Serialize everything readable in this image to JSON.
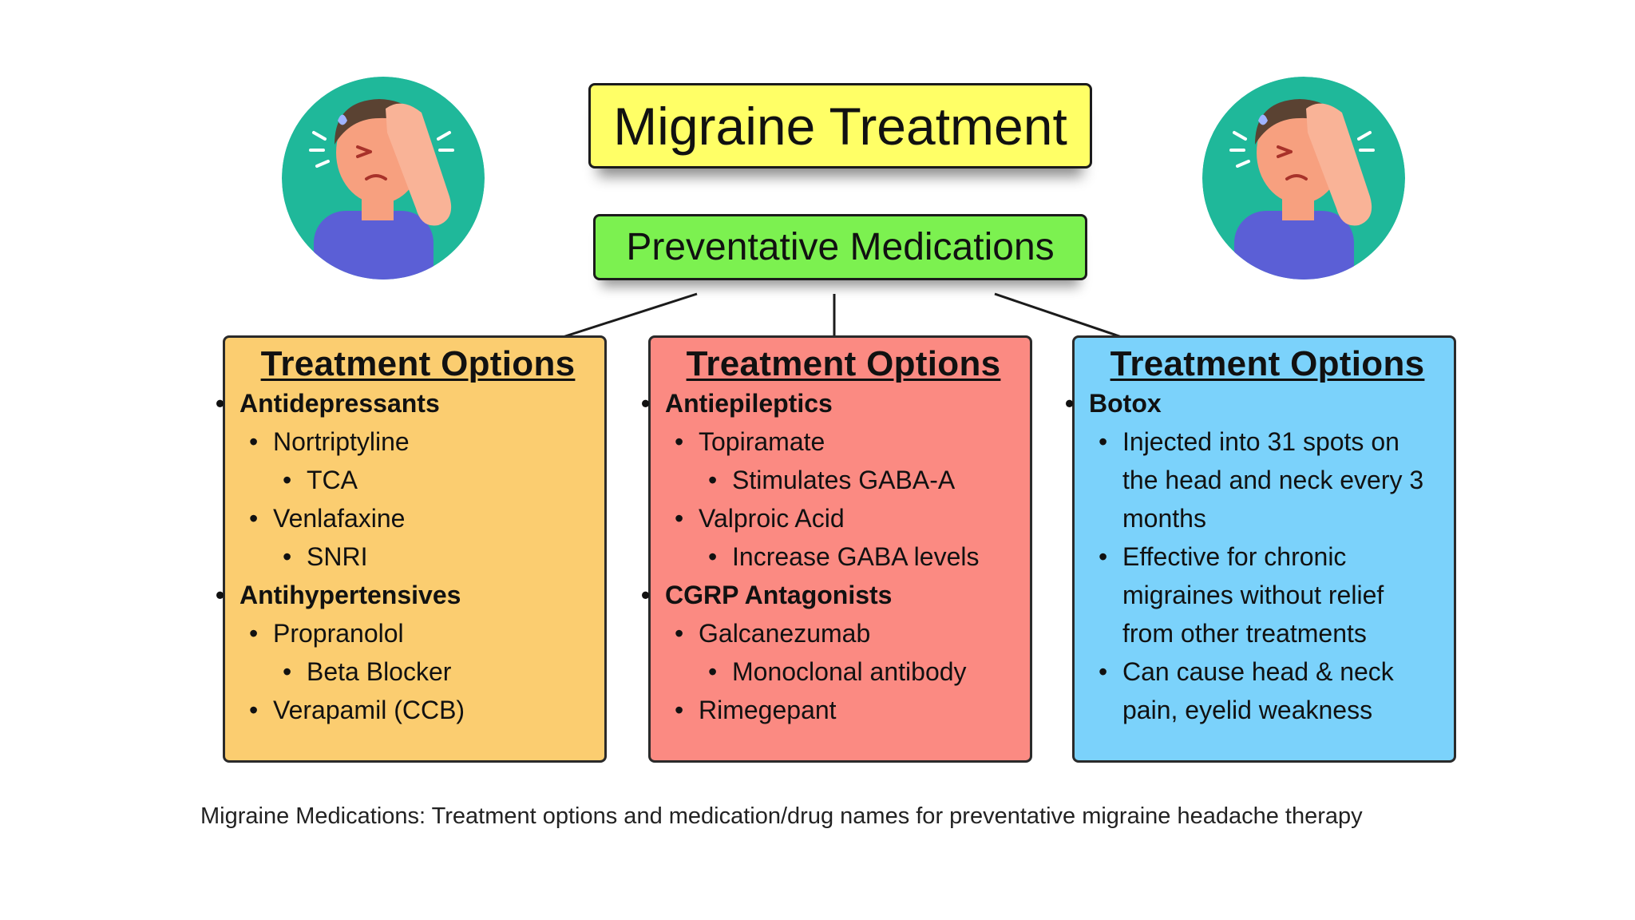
{
  "title": "Migraine Treatment",
  "subtitle": "Preventative Medications",
  "colors": {
    "title_bg": "#ffff66",
    "subtitle_bg": "#7cf150",
    "panel_left": "#fbcd70",
    "panel_middle": "#fb8a82",
    "panel_right": "#7bd2fb",
    "avatar_bg": "#1fb89a",
    "shirt": "#5b5fd6",
    "skin": "#f7a07f",
    "hair": "#5a4232"
  },
  "panels": [
    {
      "heading": "Treatment Options",
      "groups": [
        {
          "label": "Antidepressants",
          "items": [
            {
              "label": "Nortriptyline",
              "sub": [
                "TCA"
              ]
            },
            {
              "label": "Venlafaxine",
              "sub": [
                "SNRI"
              ]
            }
          ]
        },
        {
          "label": "Antihypertensives",
          "items": [
            {
              "label": "Propranolol",
              "sub": [
                "Beta Blocker"
              ]
            },
            {
              "label": "Verapamil (CCB)",
              "sub": []
            }
          ]
        }
      ]
    },
    {
      "heading": "Treatment Options",
      "groups": [
        {
          "label": "Antiepileptics",
          "items": [
            {
              "label": "Topiramate",
              "sub": [
                "Stimulates GABA-A"
              ]
            },
            {
              "label": "Valproic Acid",
              "sub": [
                "Increase GABA levels"
              ]
            }
          ]
        },
        {
          "label": "CGRP Antagonists",
          "items": [
            {
              "label": "Galcanezumab",
              "sub": [
                "Monoclonal antibody"
              ]
            },
            {
              "label": "Rimegepant",
              "sub": []
            }
          ]
        }
      ]
    },
    {
      "heading": "Treatment Options",
      "groups": [
        {
          "label": "Botox",
          "items": [
            {
              "label": "Injected into 31 spots on the head and neck every 3 months",
              "sub": []
            },
            {
              "label": "Effective for chronic migraines without relief from other treatments",
              "sub": []
            },
            {
              "label": "Can cause head & neck pain, eyelid weakness",
              "sub": []
            }
          ]
        }
      ]
    }
  ],
  "caption": "Migraine Medications: Treatment options and medication/drug names for preventative migraine headache therapy"
}
